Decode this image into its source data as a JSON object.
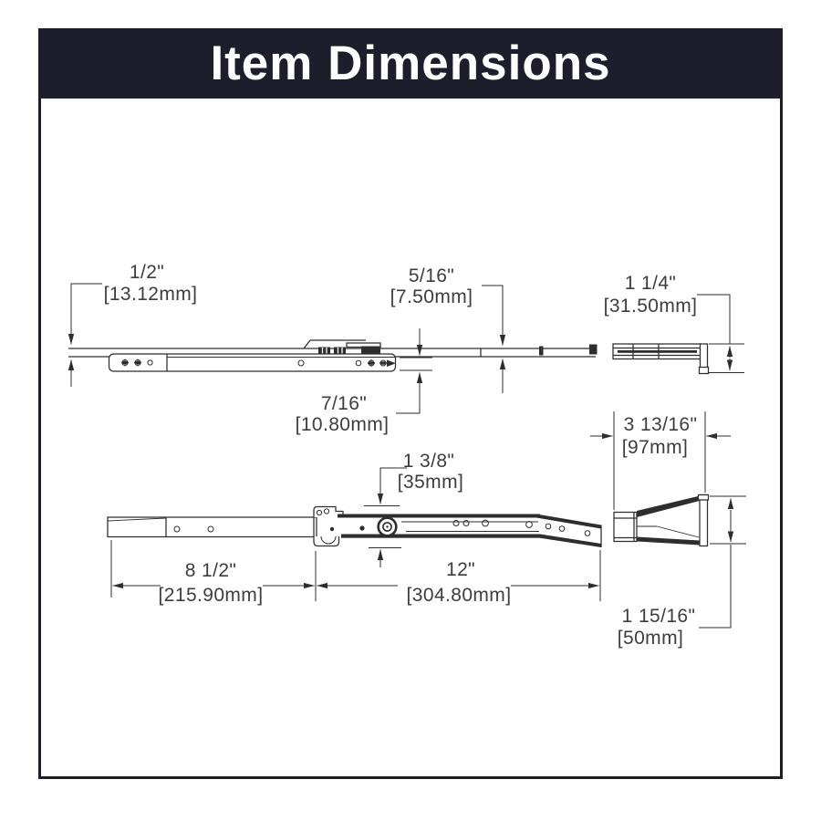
{
  "title": "Item Dimensions",
  "colors": {
    "header_bg": "#1d1d2b",
    "frame_border": "#1d1d2b",
    "line": "#2e2e2e",
    "label_text": "#3d3d3d",
    "canvas": "#ffffff"
  },
  "dimensions": {
    "slide_top_offset": {
      "inches": "1/2\"",
      "mm": "[13.12mm]"
    },
    "rail_thickness": {
      "inches": "5/16\"",
      "mm": "[7.50mm]"
    },
    "end_view_height": {
      "inches": "1 1/4\"",
      "mm": "[31.50mm]"
    },
    "channel_height": {
      "inches": "7/16\"",
      "mm": "[10.80mm]"
    },
    "bracket_depth": {
      "inches": "3 13/16\"",
      "mm": "[97mm]"
    },
    "slide_height": {
      "inches": "1 3/8\"",
      "mm": "[35mm]"
    },
    "closed_section_length": {
      "inches": "8 1/2\"",
      "mm": "[215.90mm]"
    },
    "slide_length": {
      "inches": "12\"",
      "mm": "[304.80mm]"
    },
    "flange_height": {
      "inches": "1 15/16\"",
      "mm": "[50mm]"
    }
  }
}
